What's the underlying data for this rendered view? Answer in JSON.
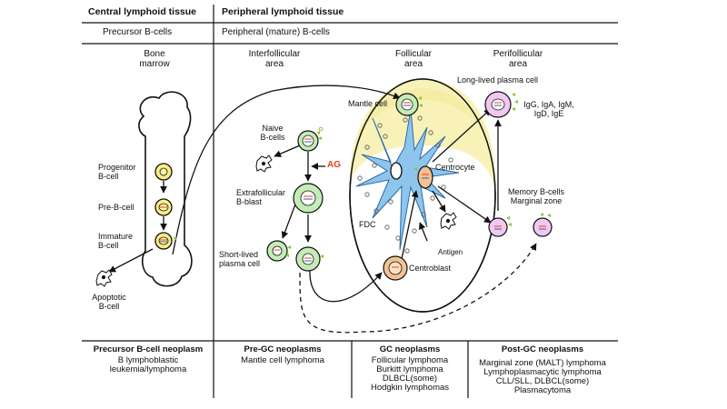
{
  "header": {
    "central": "Central lymphoid tissue",
    "peripheral": "Peripheral lymphoid tissue"
  },
  "subheader": {
    "precursor": "Precursor B-cells",
    "peripheral_mature": "Peripheral (mature) B-cells"
  },
  "zones": {
    "bone_marrow": [
      "Bone",
      "marrow"
    ],
    "interfollicular": [
      "Interfollicular",
      "area"
    ],
    "follicular": [
      "Follicular",
      "area"
    ],
    "perifollicular": [
      "Perifollicular",
      "area"
    ]
  },
  "cells": {
    "progenitor": [
      "Progenitor",
      "B-cell"
    ],
    "pre_b": "Pre-B-cell",
    "immature": [
      "Immature",
      "B-cell"
    ],
    "apoptotic": [
      "Apoptotic",
      "B-cell"
    ],
    "naive": [
      "Naive",
      "B-cells"
    ],
    "ag": "AG",
    "extrafollicular": [
      "Extrafollicular",
      "B-blast"
    ],
    "short_lived": [
      "Short-lived",
      "plasma cell"
    ],
    "mantle": "Mantle  cell",
    "fdc": "FDC",
    "centrocyte": "Centrocyte",
    "antigen": "Antigen",
    "centroblast": "Centroblast",
    "long_lived": "Long-lived plasma cell",
    "igs": [
      "IgG, IgA, IgM,",
      "IgD, IgE"
    ],
    "memory": [
      "Memory B-cells",
      "Marginal zone"
    ]
  },
  "footer": {
    "precursor": {
      "title": "Precursor B-cell neoplasm",
      "items": [
        "B lymphoblastic",
        "leukemia/lymphoma"
      ]
    },
    "pre_gc": {
      "title": "Pre-GC neoplasms",
      "items": [
        "Mantle cell lymphoma"
      ]
    },
    "gc": {
      "title": "GC neoplasms",
      "items": [
        "Follicular lymphoma",
        "Burkitt lymphoma",
        "DLBCL(some)",
        "Hodgkin lymphomas"
      ]
    },
    "post_gc": {
      "title": "Post-GC neoplasms",
      "items": [
        "Marginal zone (MALT) lymphoma",
        "Lymphoplasmacytic lymphoma",
        "CLL/SLL, DLBCL(some)",
        "Plasmacytoma"
      ]
    }
  },
  "colors": {
    "follicle_cap": "#f8f2b8",
    "fdc": "#8ec5ec",
    "green_cell": "#c4ecb6",
    "yellow_cell": "#f6ee86",
    "orange_cell": "#f1c293",
    "pink_cell": "#f1c8f0",
    "receptor": "#8cc43a",
    "ag_red": "#e8411c"
  }
}
